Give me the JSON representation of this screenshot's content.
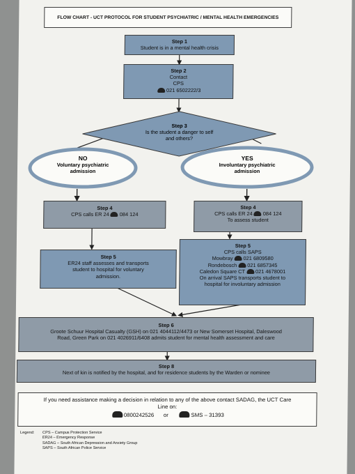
{
  "title": "FLOW CHART - UCT PROTOCOL FOR STUDENT PSYCHIATRIC / MENTAL HEALTH EMERGENCIES",
  "step1": {
    "heading": "Step 1",
    "text": "Student is in a mental health crisis"
  },
  "step2": {
    "heading": "Step 2",
    "line1": "Contact",
    "line2": "CPS",
    "phone": "021 6502222/3"
  },
  "step3": {
    "heading": "Step 3",
    "line1": "Is the student a danger to self",
    "line2": "and others?"
  },
  "no_branch": {
    "heading": "NO",
    "line1": "Voluntary psychiatric",
    "line2": "admission"
  },
  "yes_branch": {
    "heading": "YES",
    "line1": "Involuntary psychiatric",
    "line2": "admission"
  },
  "step4_left": {
    "heading": "Step 4",
    "text": "CPS calls ER 24",
    "phone": "084 124"
  },
  "step4_right": {
    "heading": "Step 4",
    "text": "CPS calls ER 24",
    "phone": "084 124",
    "line2": "To assess student"
  },
  "step5_left": {
    "heading": "Step 5",
    "line1": "ER24 staff assesses and transports",
    "line2": "student to hospital for voluntary",
    "line3": "admission."
  },
  "step5_right": {
    "heading": "Step 5",
    "line1": "CPS calls SAPS",
    "stations": [
      {
        "name": "Mowbray",
        "phone": "021 6809580"
      },
      {
        "name": "Rondebosch",
        "phone": "021 6857345"
      },
      {
        "name": "Caledon Square CT",
        "phone": "021 4678001"
      }
    ],
    "line2": "On arrival SAPS transports student to",
    "line3": "hospital for involuntary admission"
  },
  "step6": {
    "heading": "Step 6",
    "line1": "Groote Schuur Hospital Casualty (GSH) on 021 4044112/4473 or New Somerset Hospital, Daleswood",
    "line2": "Road, Green Park on 021 4026911/6408 admits student for mental health assessment and care"
  },
  "step8": {
    "heading": "Step 8",
    "text": "Next of kin is notified by the hospital, and for residence students by the Warden or nominee"
  },
  "assist": {
    "line1": "If you need assistance making a decision in relation to any of the above contact SADAG, the UCT Care",
    "line2": "Line on:",
    "phone": "0800242526",
    "or": "or",
    "sms": "SMS – 31393"
  },
  "legend": {
    "label": "Legend:",
    "items": [
      "CPS – Campus Protection Service",
      "ER24 – Emergency Response",
      "SADAG – South African Depression and Anxiety Group",
      "SAPS – South African Police Service"
    ]
  }
}
